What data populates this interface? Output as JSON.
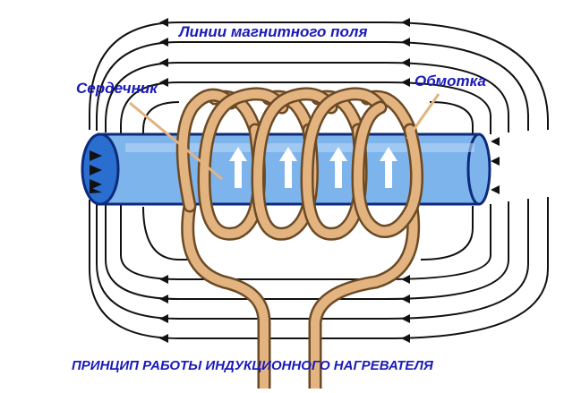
{
  "labels": {
    "field_lines": "Линии магнитного поля",
    "core": "Сердечник",
    "winding": "Обмотка",
    "caption": "ПРИНЦИП РАБОТЫ ИНДУКЦИОННОГО НАГРЕВАТЕЛЯ"
  },
  "colors": {
    "label_text": "#1a1ab8",
    "field_line": "#111111",
    "core_fill": "#7db4ec",
    "core_edge": "#0e2a7a",
    "coil_fill": "#e3b480",
    "coil_edge": "#6b4a26",
    "core_end_inner": "#2a6fd0"
  },
  "icons": {
    "field_arrow": "arrowhead-left",
    "current_arrow": "arrow-up-white"
  }
}
